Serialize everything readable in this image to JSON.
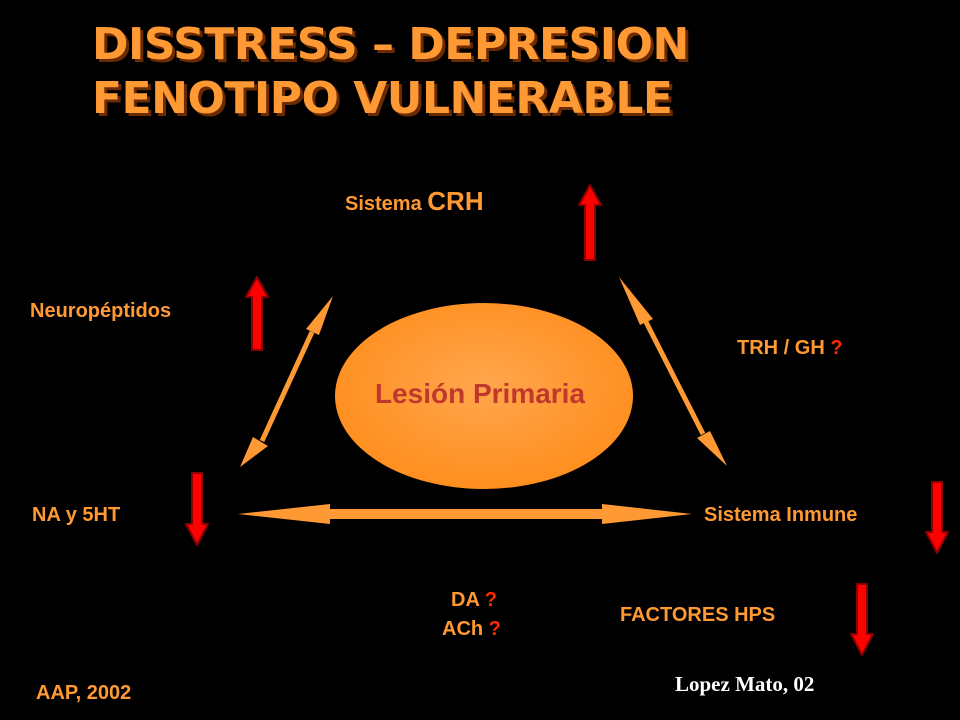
{
  "title": {
    "line1": "DISSTRESS – DEPRESION",
    "line2": "FENOTIPO VULNERABLE"
  },
  "nodes": {
    "crh": {
      "prefix": "Sistema",
      "main": "CRH"
    },
    "neuropeptidos": "Neuropéptidos",
    "trh_gh": {
      "text": "TRH / GH",
      "q": "?"
    },
    "center": "Lesión Primaria",
    "na_5ht": "NA y 5HT",
    "inmune": "Sistema Inmune",
    "da": {
      "text": "DA",
      "q": "?"
    },
    "ach": {
      "text": "ACh",
      "q": "?"
    },
    "factores": "FACTORES HPS"
  },
  "footer": {
    "source": "AAP, 2002",
    "author": "Lopez Mato, 02"
  },
  "colors": {
    "accent": "#ff9933",
    "arrow_red": "#ff0000",
    "center_fill": "#ff9933",
    "center_text": "#c0382b",
    "question": "#ff2a00"
  },
  "indicators": {
    "crh": "up",
    "neuropeptidos": "up",
    "na_5ht": "down",
    "inmune": "down",
    "factores_hps": "down"
  }
}
